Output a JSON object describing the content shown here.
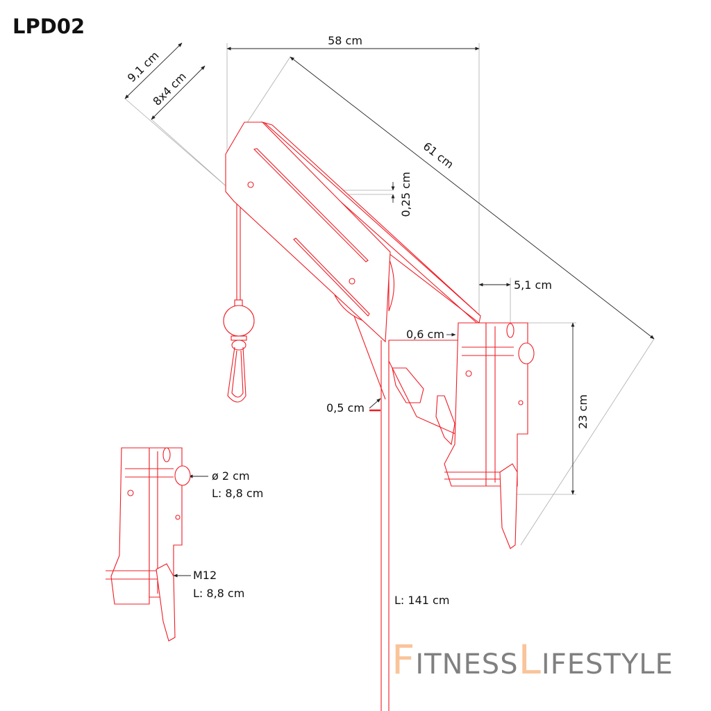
{
  "title": "LPD02",
  "dimensions": {
    "width_total": "58 cm",
    "arm_length": "61 cm",
    "outer_width": "9,1 cm",
    "tube_size": "8x4 cm",
    "plate_thickness": "0,25 cm",
    "offset": "5,1 cm",
    "bracket_thickness": "0,6 cm",
    "bracket_height": "23 cm",
    "cable_diameter": "0,5 cm",
    "cable_length": "L: 141 cm"
  },
  "parts": {
    "pin_diameter": "ø 2 cm",
    "pin_length": "L: 8,8 cm",
    "bolt": "M12",
    "bolt_length": "L: 8,8 cm"
  },
  "logo": {
    "text": "FitnessLifestyle",
    "accent": "#f9c49a",
    "gray": "#808080"
  },
  "colors": {
    "drawing": "#ee1c24",
    "dimension": "#222222"
  }
}
